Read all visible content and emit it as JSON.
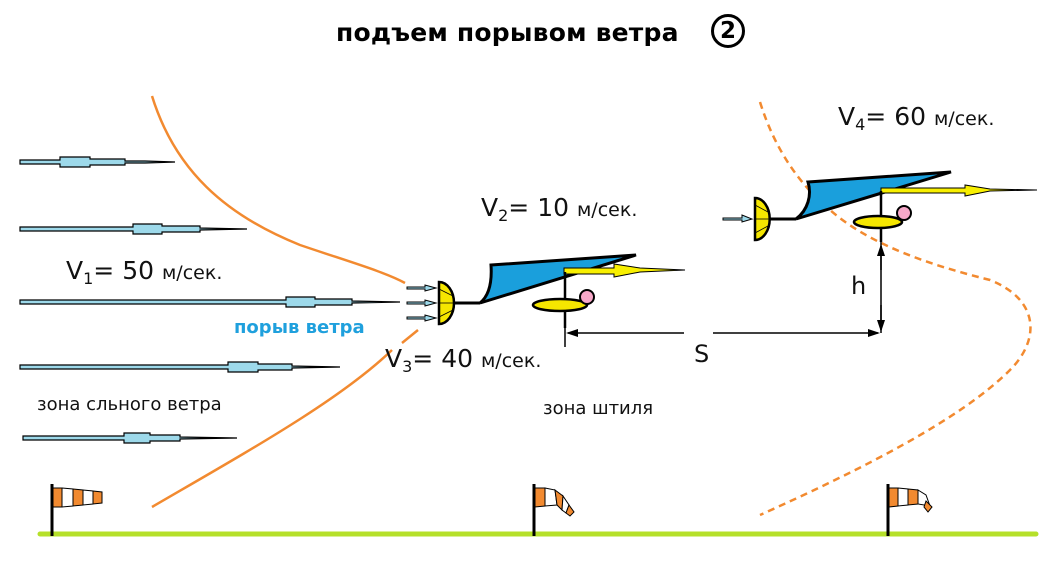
{
  "title": {
    "text": "подъем порывом ветра",
    "number": "2"
  },
  "labels": {
    "v1": {
      "symbol": "V",
      "sub": "1",
      "eq": "= 50",
      "unit": "м/сек."
    },
    "v2": {
      "symbol": "V",
      "sub": "2",
      "eq": "= 10",
      "unit": "м/сек."
    },
    "v3": {
      "symbol": "V",
      "sub": "3",
      "eq": "= 40",
      "unit": "м/сек."
    },
    "v4": {
      "symbol": "V",
      "sub": "4",
      "eq": "= 60",
      "unit": "м/сек."
    },
    "gust": "порыв ветра",
    "strong_wind_zone": "зона сльного ветра",
    "calm_zone": "зона штиля",
    "distance": "S",
    "height": "h"
  },
  "colors": {
    "wind_arrow": "#9dd9ea",
    "front_line": "#f28a30",
    "wing": "#1a9fdc",
    "pilot_pod": "#f5e600",
    "thrust_arrow": "#f8ef00",
    "head": "#f7a8c9",
    "ground": "#b5e02a",
    "gust_text": "#1fa0dd"
  }
}
